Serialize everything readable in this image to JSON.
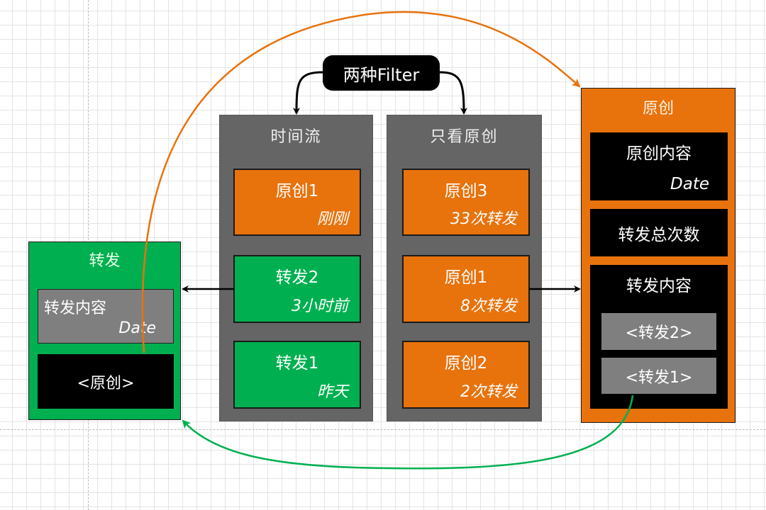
{
  "filter_title": "两种Filter",
  "colors": {
    "orange": "#e8720c",
    "green": "#00b050",
    "panel_gray": "#656565",
    "black": "#000000",
    "inner_gray": "#7f7f7f"
  },
  "timeline_panel": {
    "title": "时间流",
    "cards": [
      {
        "type": "原创",
        "title": "原创1",
        "sub": "刚刚"
      },
      {
        "type": "转发",
        "title": "转发2",
        "sub": "3小时前"
      },
      {
        "type": "转发",
        "title": "转发1",
        "sub": "昨天"
      }
    ]
  },
  "original_only_panel": {
    "title": "只看原创",
    "cards": [
      {
        "title": "原创3",
        "sub": "33次转发"
      },
      {
        "title": "原创1",
        "sub": "8次转发"
      },
      {
        "title": "原创2",
        "sub": "2次转发"
      }
    ]
  },
  "repost_box": {
    "title": "转发",
    "content_label": "转发内容",
    "date_label": "Date",
    "ref_label": "<原创>"
  },
  "original_box": {
    "title": "原创",
    "content_label": "原创内容",
    "date_label": "Date",
    "count_label": "转发总次数",
    "reposts_label": "转发内容",
    "repost_refs": [
      "<转发2>",
      "<转发1>"
    ]
  }
}
